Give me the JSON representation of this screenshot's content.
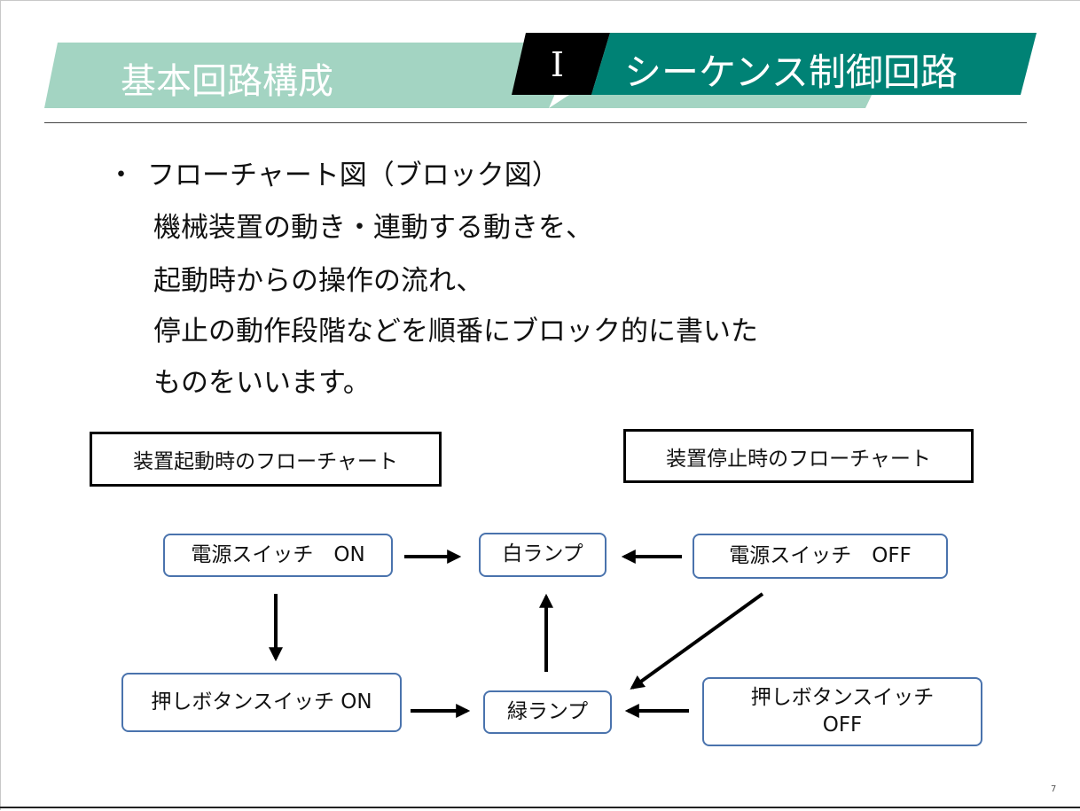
{
  "header": {
    "section_title": "基本回路構成",
    "chapter_number": "I",
    "chapter_title": "シーケンス制御回路",
    "colors": {
      "light_band": "#a3d4c2",
      "dark_band": "#008275",
      "black_tab": "#000000"
    }
  },
  "content": {
    "bullet": "・",
    "heading": "フローチャート図（ブロック図）",
    "lines": [
      "機械装置の動き・連動する動きを、",
      "起動時からの操作の流れ、",
      "停止の動作段階などを順番にブロック的に書いた",
      "ものをいいます。"
    ]
  },
  "diagram": {
    "labels": {
      "startup": "装置起動時のフローチャート",
      "shutdown": "装置停止時のフローチャート"
    },
    "nodes": {
      "power_on": "電源スイッチ　ON",
      "white_lamp": "白ランプ",
      "power_off": "電源スイッチ　OFF",
      "push_on": "押しボタンスイッチ ON",
      "green_lamp": "緑ランプ",
      "push_off_line1": "押しボタンスイッチ",
      "push_off_line2": "OFF"
    },
    "colors": {
      "node_border": "#4a73ad",
      "arrow": "#000000"
    }
  },
  "footer": {
    "page_number": "7"
  }
}
